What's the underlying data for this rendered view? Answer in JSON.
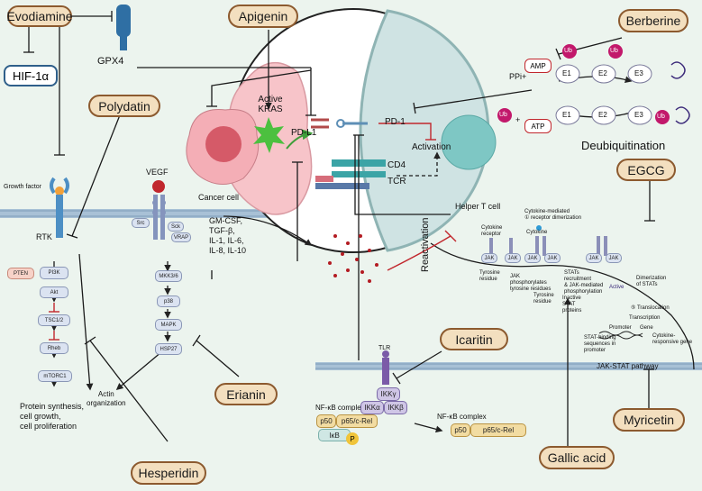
{
  "colors": {
    "background": "#ecf4ee",
    "pill_fill": "#f3dfbf",
    "pill_border": "#8c5a2f",
    "membrane": "#a8c1d6",
    "cancer_cell": "#f7c4c9",
    "t_cell": "#cfe3e3",
    "inhibition": "#1a1a1a",
    "activation_green": "#3f9e3a",
    "ubiquitin": "#c2186b",
    "kinase_box": "#dbe3f1"
  },
  "icons": [
    "gpx4-protein-icon",
    "receptor-icon",
    "ubiquitin-icon",
    "deubiquitinated-protein-icon",
    "nanoparticle-icon",
    "cytokine-icon",
    "phosphate-icon",
    "dna-icon"
  ],
  "compounds": {
    "evodiamine": "Evodiamine",
    "apigenin": "Apigenin",
    "berberine": "Berberine",
    "polydatin": "Polydatin",
    "egcg": "EGCG",
    "icaritin": "Icaritin",
    "erianin": "Erianin",
    "myricetin": "Myricetin",
    "gallic_acid": "Gallic acid",
    "hesperidin": "Hesperidin"
  },
  "labels": {
    "hif": "HIF-1α",
    "gpx4": "GPX4",
    "growth_factor": "Growth factor",
    "rtk": "RTK",
    "vegf": "VEGF",
    "cancer_cell": "Cancer cell",
    "active_kras": "Active KRAS",
    "pdl1": "PD-L1",
    "pd1": "PD-1",
    "activation": "Activation",
    "cd4": "CD4",
    "tcr": "TCR",
    "helper_t_cell": "Helper T cell",
    "ppi": "PPi+",
    "amp": "AMP",
    "atp": "ATP",
    "deubiquitination": "Deubiquitination",
    "reactivation": "Reactivation",
    "cytokines": "GM-CSF,\nTGF-β,\nIL-1, IL-6,\nIL-8, IL-10",
    "protein_synthesis": "Protein synthesis,\ncell growth,\ncell proliferation",
    "actin": "Actin\norganization",
    "tlr": "TLR",
    "nfkb_left": "NF-κB complex",
    "nfkb_right": "NF-κB complex",
    "jak_stat": "JAK-STAT pathway",
    "plus": "+"
  },
  "pi3k_pathway": {
    "pten": "PTEN",
    "pi3k": "PI3K",
    "akt": "Akt",
    "tsc": "TSC1/2",
    "rheb": "Rheb",
    "mtorc1": "mTORC1"
  },
  "vegf_pathway": {
    "src": "Src",
    "sck": "Sck",
    "vrap": "VRAP",
    "mkk": "MKK3/6",
    "p38": "p38",
    "mapk": "MAPK",
    "hsp27": "HSP27"
  },
  "ubiquitin": {
    "ub": "Ub",
    "e1": "E1",
    "e2": "E2",
    "e3": "E3"
  },
  "nfkb": {
    "ikkg": "IKKγ",
    "ikka": "IKKα",
    "ikkb": "IKKβ",
    "p50": "p50",
    "p65": "p65/c-Rel",
    "ikb": "IκB",
    "p": "P"
  },
  "jak_stat_detail": {
    "cytokine_mediated": "Cytokine-mediated\n① receptor dimerization",
    "cytokine_receptor": "Cytokine\nreceptor",
    "cytokine": "Cytokine",
    "jak": "JAK",
    "tyrosine_residue": "Tyrosine\nresidue",
    "jak_phos": "JAK\nphosphorylates\ntyrosine residues",
    "tyrosine_residue_2": "Tyrosine\nresidue",
    "inactive_stat": "Inactive\nSTAT\nproteins",
    "stats_recruit": "STATs\nrecruitment\n& JAK-mediated\nphosphorylation",
    "active": "Active",
    "dimerization": "Dimerization\nof STATs",
    "translocation": "⑤ Translocation",
    "transcription": "Transcription",
    "promoter": "Promoter",
    "gene": "Gene",
    "stat_binding": "STAT-binding\nsequences in\npromoter",
    "cytokine_gene": "Cytokine-\nresponsive gene"
  }
}
